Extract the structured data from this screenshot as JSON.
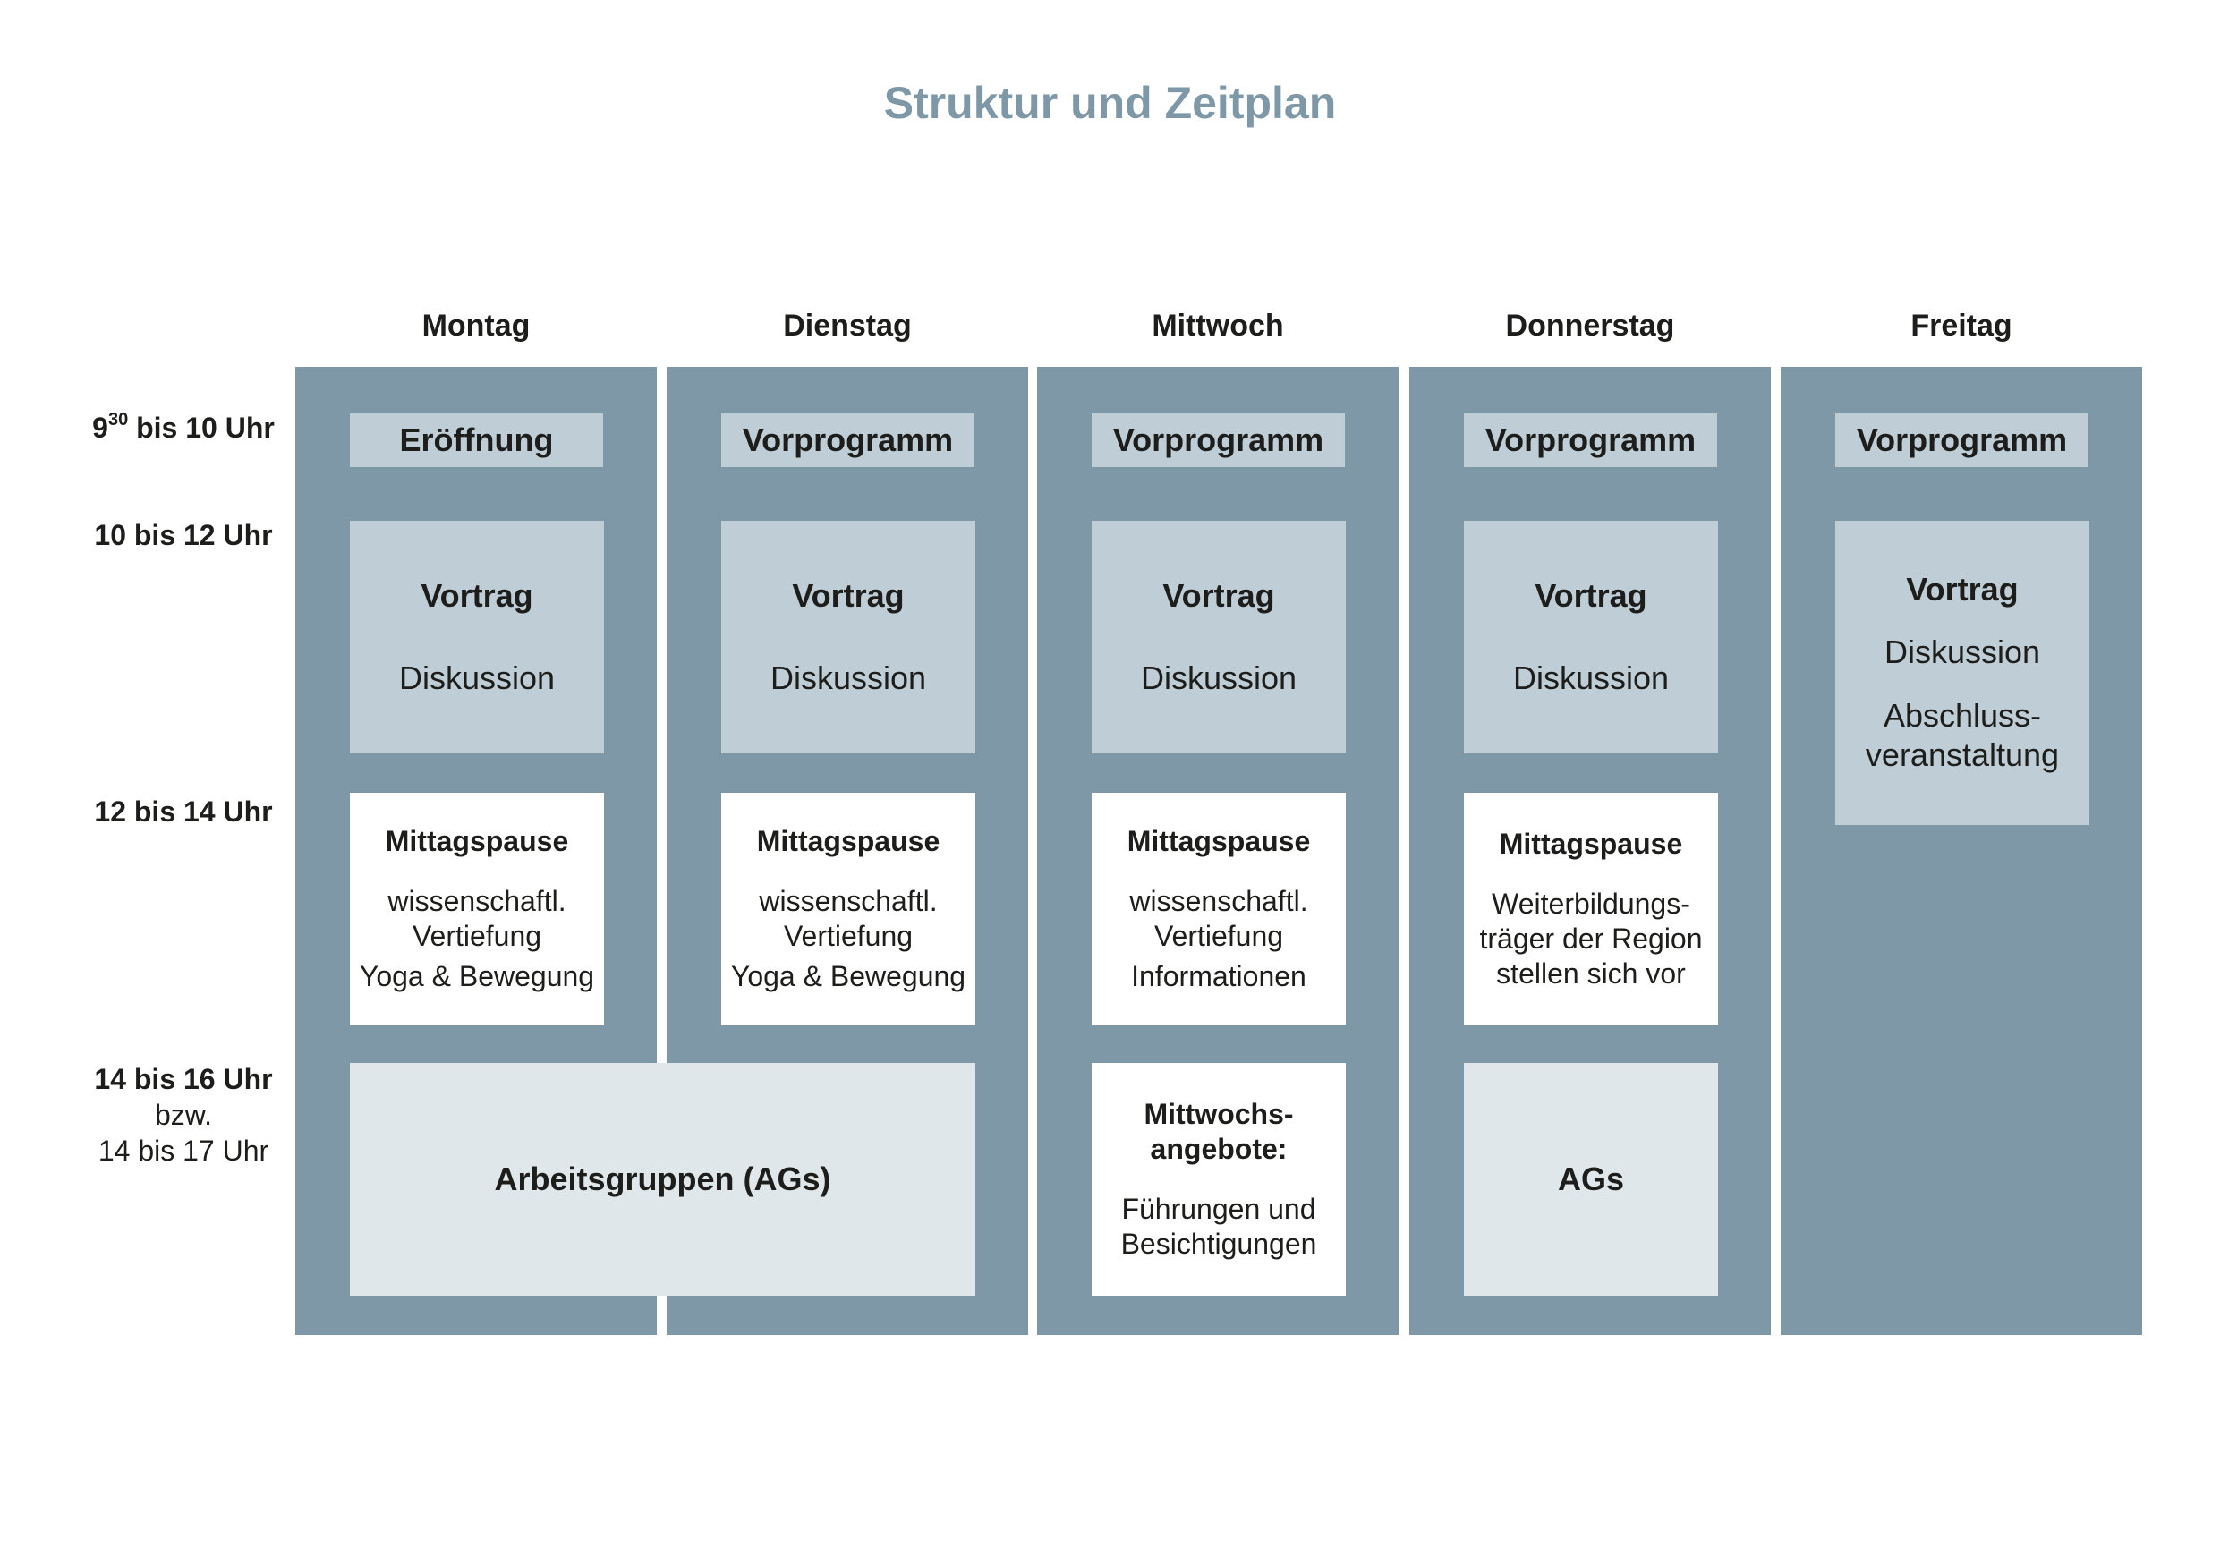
{
  "title": "Struktur und Zeitplan",
  "days": [
    "Montag",
    "Dienstag",
    "Mittwoch",
    "Donnerstag",
    "Freitag"
  ],
  "times": {
    "t1_base": "9",
    "t1_sup": "30",
    "t1_rest": " bis 10 Uhr",
    "t2": "10 bis 12 Uhr",
    "t3": "12 bis 14 Uhr",
    "t4_bold": "14 bis 16 Uhr",
    "t4_line2": "bzw.",
    "t4_line3": "14 bis 17 Uhr"
  },
  "opening": {
    "mon": "Eröffnung",
    "tue": "Vorprogramm",
    "wed": "Vorprogramm",
    "thu": "Vorprogramm",
    "fri": "Vorprogramm"
  },
  "talk": {
    "title": "Vortrag",
    "discussion": "Diskussion",
    "closing": "Abschluss-\nveranstaltung"
  },
  "lunch": {
    "title": "Mittagspause",
    "science": "wissenschaftl.\nVertiefung",
    "yoga": "Yoga & Bewegung",
    "info": "Informationen",
    "providers": "Weiterbildungs-\nträger der Region\nstellen sich vor"
  },
  "afternoon": {
    "workgroups": "Arbeitsgruppen (AGs)",
    "wed_title": "Mittwochs-\nangebote:",
    "wed_body": "Führungen und\nBesichtigungen",
    "thu": "AGs"
  }
}
